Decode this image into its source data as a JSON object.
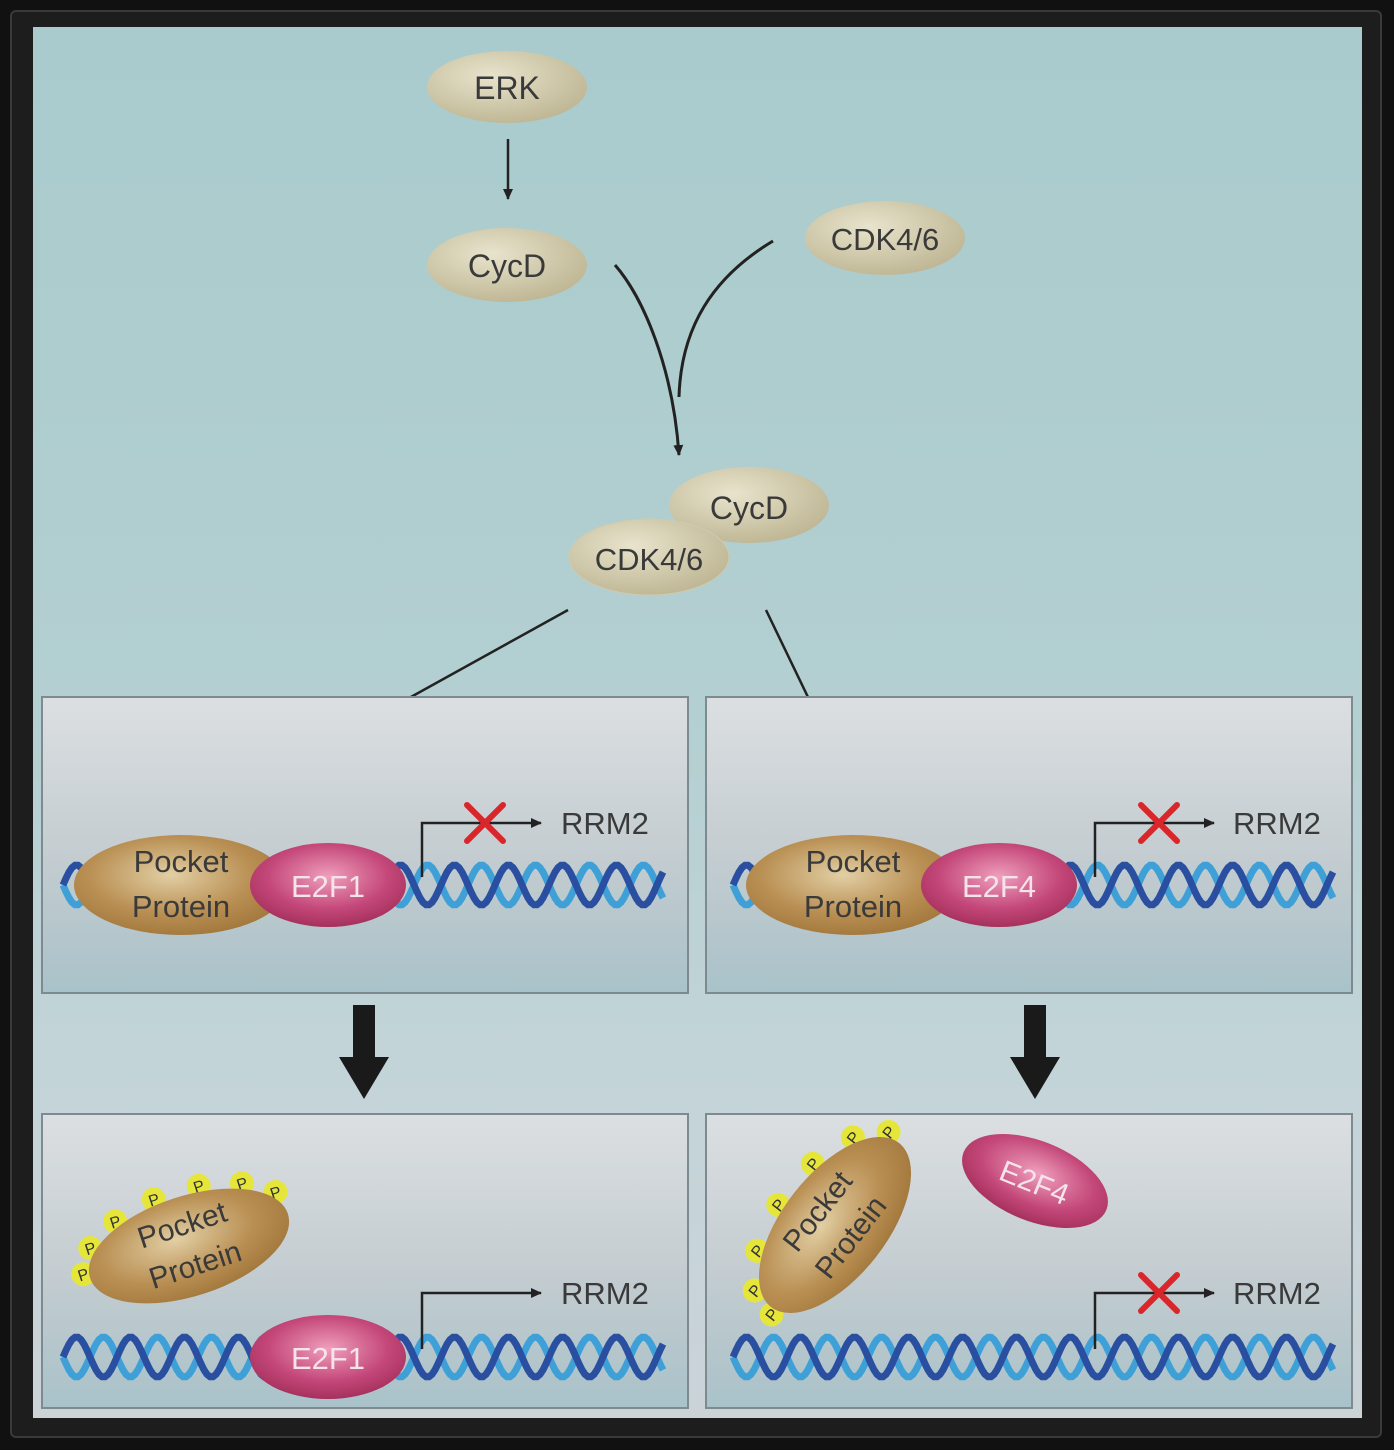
{
  "nodes": {
    "erk": "ERK",
    "cycd_top": "CycD",
    "cdk_top": "CDK4/6",
    "complex_cycd": "CycD",
    "complex_cdk": "CDK4/6"
  },
  "panels": {
    "top_left": {
      "pocket_line1": "Pocket",
      "pocket_line2": "Protein",
      "tf": "E2F1",
      "gene": "RRM2",
      "blocked": true
    },
    "top_right": {
      "pocket_line1": "Pocket",
      "pocket_line2": "Protein",
      "tf": "E2F4",
      "gene": "RRM2",
      "blocked": true
    },
    "bottom_left": {
      "pocket_line1": "Pocket",
      "pocket_line2": "Protein",
      "tf": "E2F1",
      "gene": "RRM2",
      "blocked": false,
      "phospho": "P"
    },
    "bottom_right": {
      "pocket_line1": "Pocket",
      "pocket_line2": "Protein",
      "tf": "E2F4",
      "gene": "RRM2",
      "blocked": true,
      "phospho": "P"
    }
  },
  "colors": {
    "kinase": "#cdc6a6",
    "pocket": "#b9935a",
    "e2f": "#c0456e",
    "phospho": "#e6e63a",
    "dna_dark": "#2a4fa0",
    "dna_light": "#3fa0d8",
    "block": "#d8262b"
  }
}
